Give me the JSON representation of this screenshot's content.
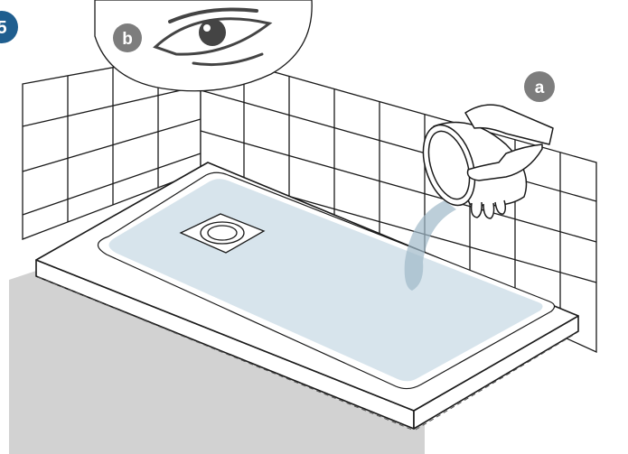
{
  "step": {
    "number": "5"
  },
  "markers": {
    "a": "a",
    "b": "b"
  },
  "icons": {
    "inspect": "eye-icon",
    "action": "water-jug-icon"
  },
  "colors": {
    "step_badge": "#1f5e8f",
    "marker_badge": "#7d7d7d",
    "line": "#1a1a1a",
    "water": "#d7e4ec",
    "water_stream": "#9fb9c9",
    "floor": "#d2d2d2",
    "background": "#ffffff"
  }
}
